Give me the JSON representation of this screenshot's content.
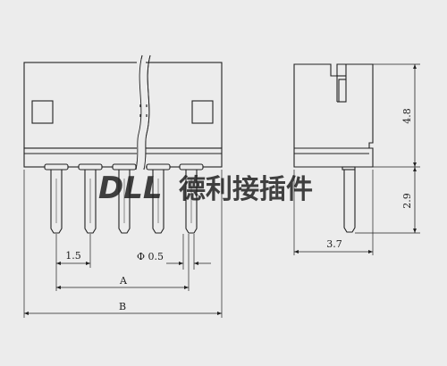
{
  "front_view": {
    "pitch_label": "1.5",
    "pin_diameter_label": "Φ 0.5",
    "dimension_a_label": "A",
    "dimension_b_label": "B"
  },
  "side_view": {
    "height_label": "4.8",
    "pin_length_label": "2.9",
    "depth_label": "3.7"
  },
  "watermark": {
    "brand": "DLL",
    "company": "德利接插件"
  },
  "colors": {
    "background": "#ececec",
    "line": "#222222",
    "watermark": "#c8cdd6"
  }
}
